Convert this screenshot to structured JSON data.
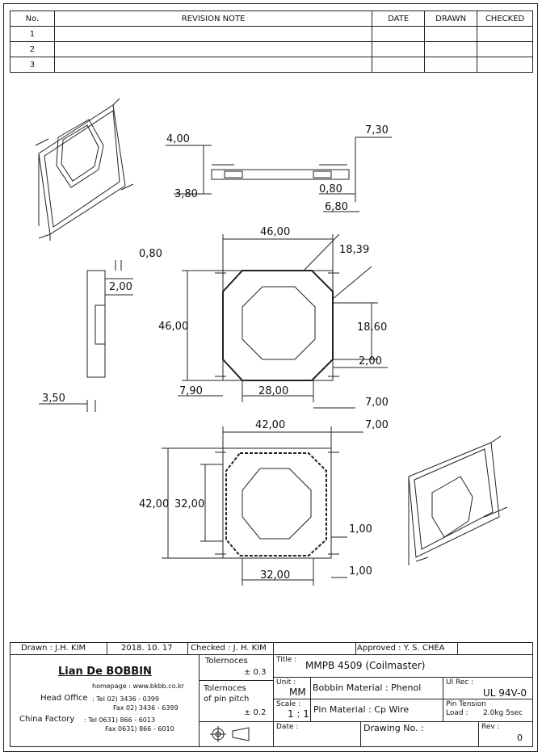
{
  "revision_table": {
    "headers": {
      "no": "No.",
      "note": "REVISION NOTE",
      "date": "DATE",
      "drawn": "DRAWN",
      "checked": "CHECKED"
    },
    "rows": [
      "1",
      "2",
      "3"
    ]
  },
  "dimensions": {
    "top_left_w": "4,00",
    "top_left_h": "3,80",
    "top_right_h1": "7,30",
    "top_right_h2": "0,80",
    "top_right_h3": "6,80",
    "mid_width": "46,00",
    "mid_diag": "18,39",
    "mid_height": "46,00",
    "mid_right": "18,60",
    "mid_pin": "2,00",
    "mid_bottom_left": "7,90",
    "mid_bottom_center": "28,00",
    "side_pin_w": "0,80",
    "side_pin_h": "2,00",
    "side_bottom": "3,50",
    "bot_top_right1": "7,00",
    "bot_width": "42,00",
    "bot_top_right2": "7,00",
    "bot_height_outer": "42,00",
    "bot_height_inner": "32,00",
    "bot_right1": "1,00",
    "bot_right2": "1,00",
    "bot_bottom": "32,00"
  },
  "title_block": {
    "drawn": "Drawn : J.H. KIM",
    "drawn_date": "2018. 10. 17",
    "checked": "Checked : J. H. KIM",
    "approved": "Approved : Y. S. CHEA",
    "company": "Lian De BOBBIN",
    "homepage": "homepage : www.bkbb.co.kr",
    "head_office_label": "Head Office",
    "head_tel": ":  Tel  02) 3436 - 0399",
    "head_fax": "Fax  02) 3436 - 6399",
    "china_label": "China Factory",
    "china_tel": ": Tel  0631) 866 - 6013",
    "china_fax": "Fax  0631) 866 - 6010",
    "tol_label": "Tolernoces",
    "tol_value": "± 0.3",
    "tol_pin_label1": "Tolernoces",
    "tol_pin_label2": "of pin pitch",
    "tol_pin_value": "± 0.2",
    "title_label": "Title :",
    "title_value": "MMPB 4509  (Coilmaster)",
    "unit_label": "Unit :",
    "unit_value": "MM",
    "bobbin_material": "Bobbin Material : Phenol",
    "ul_label": "Ul Rec :",
    "ul_value": "UL 94V-0",
    "scale_label": "Scale :",
    "scale_value": "1 : 1",
    "pin_material": "Pin Material : Cp Wire",
    "pin_tension_label": "Pin Tension",
    "pin_load_label": "Load :",
    "pin_load_value": "2.0kg 5sec",
    "date_label": "Date :",
    "drawing_no_label": "Drawing No.  :",
    "rev_label": "Rev :",
    "rev_value": "0"
  }
}
